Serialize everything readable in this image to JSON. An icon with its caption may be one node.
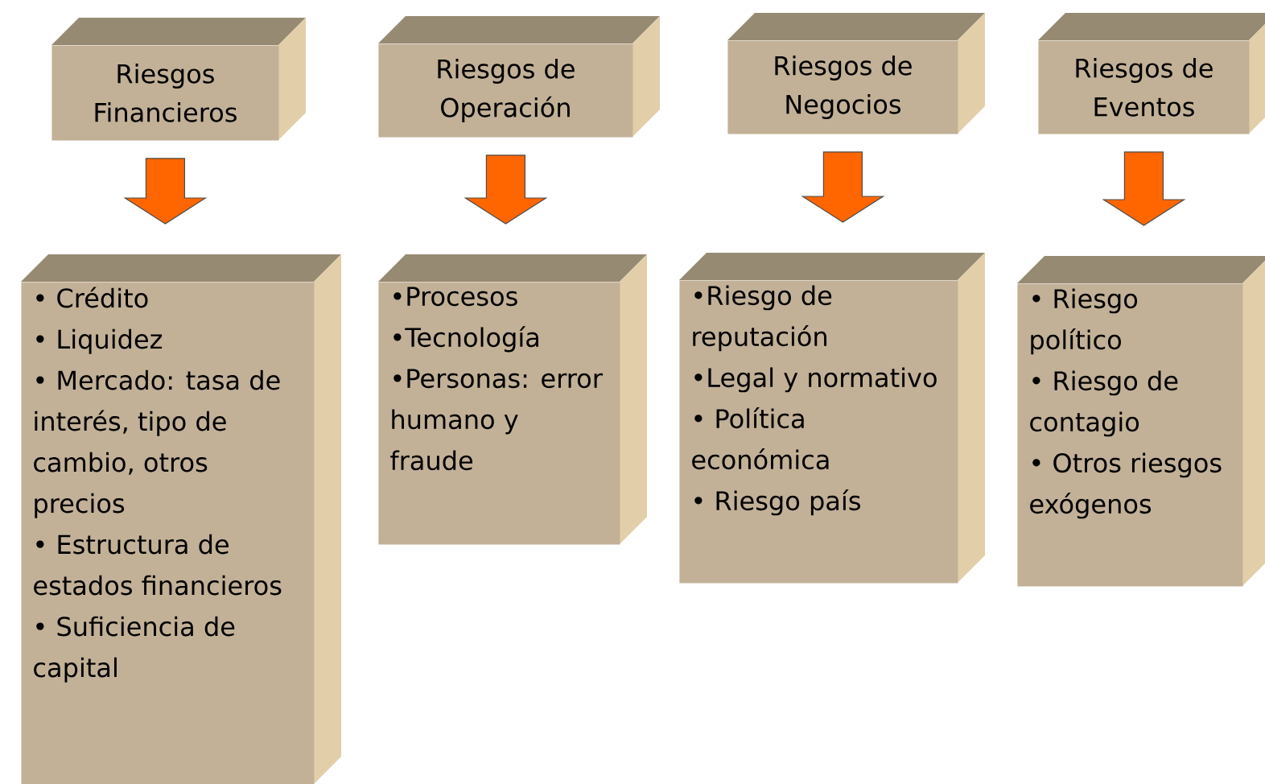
{
  "diagram": {
    "nodes": [
      {
        "text": [
          "Riesgos Financieros"
        ]
      },
      {
        "text": [
          "Riesgos de Operación"
        ]
      },
      {
        "text": [
          "Riesgos de Negocios"
        ]
      },
      {
        "text": [
          "Riesgos de Eventos"
        ]
      },
      {
        "text": [
          "• Crédito",
          "• Liquidez",
          "• Mercado: tasa de interés, tipo de cambio, otros precios",
          "• Estructura de estados financieros",
          "• Suficiencia de capital"
        ]
      },
      {
        "text": [
          "•Procesos",
          "•Tecnología",
          "•Personas: error humano y fraude"
        ]
      },
      {
        "text": [
          "•Riesgo de reputación",
          "•Legal y normativo",
          "• Política económica",
          "• Riesgo país"
        ]
      },
      {
        "text": [
          "• Riesgo político",
          "• Riesgo de contagio",
          "• Otros riesgos exógenos"
        ]
      }
    ],
    "edges": [
      {
        "from": 0,
        "to": 4,
        "arrow": "to"
      },
      {
        "from": 1,
        "to": 5,
        "arrow": "to"
      },
      {
        "from": 2,
        "to": 6,
        "arrow": "to"
      },
      {
        "from": 3,
        "to": 7,
        "arrow": "to"
      }
    ]
  }
}
